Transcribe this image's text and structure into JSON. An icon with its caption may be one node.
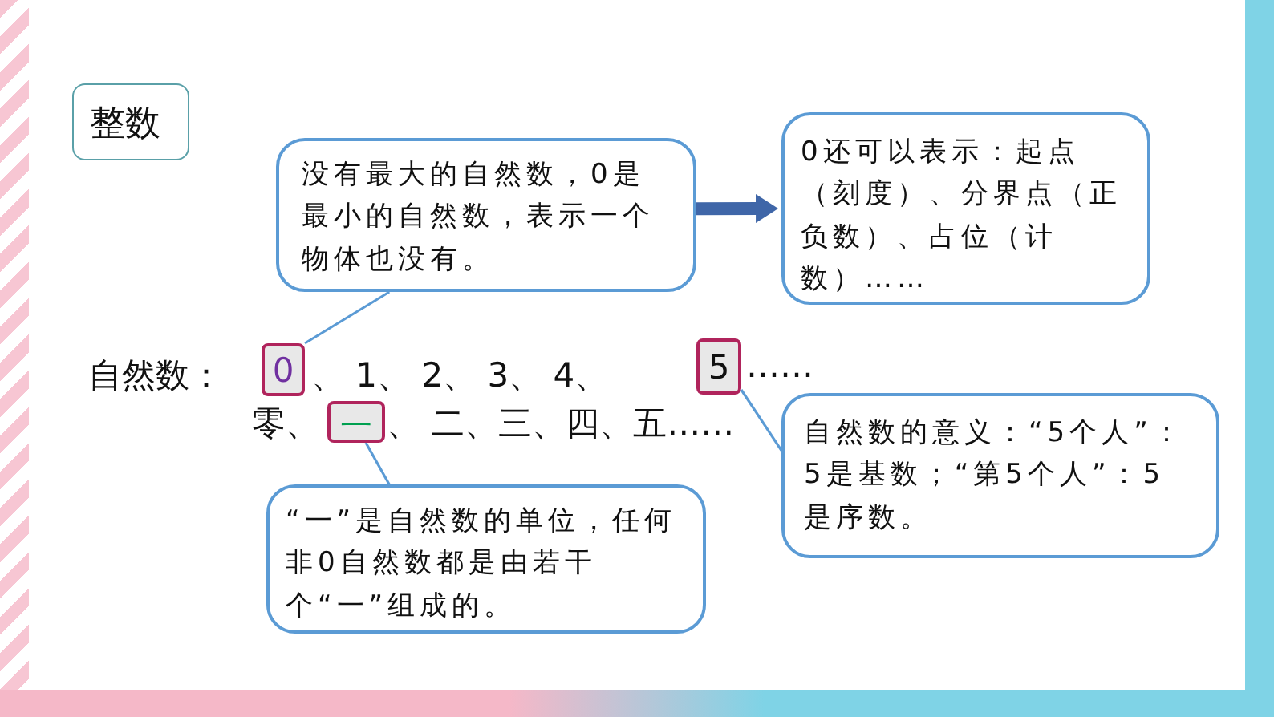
{
  "diagram": {
    "nodes": [
      {
        "text": [
          "整数"
        ]
      },
      {
        "text": [
          "没有最大的自然数，0是最小的自然数，表示一个物体也没有。"
        ]
      },
      {
        "text": [
          "0还可以表示：起点（刻度）、分界点（正负数）、占位（计数）……"
        ]
      },
      {
        "text": [
          "0"
        ]
      },
      {
        "text": [
          "5"
        ]
      },
      {
        "text": [
          "一"
        ]
      },
      {
        "text": [
          "“一”是自然数的单位，任何非0自然数都是由若干个“一”组成的。"
        ]
      },
      {
        "text": [
          "自然数的意义：“5个人”：5是基数；“第5个人”：5是序数。"
        ]
      }
    ],
    "edges": [
      {
        "from": 1,
        "to": 3,
        "arrow": "none"
      },
      {
        "from": 1,
        "to": 2,
        "arrow": "to",
        "style": "thick"
      },
      {
        "from": 6,
        "to": 5,
        "arrow": "none"
      },
      {
        "from": 7,
        "to": 4,
        "arrow": "none"
      }
    ],
    "labels": [
      "自然数：",
      "、 1、 2、 3、 4、",
      "……",
      "零、",
      "、 二、三、四、五……"
    ]
  }
}
